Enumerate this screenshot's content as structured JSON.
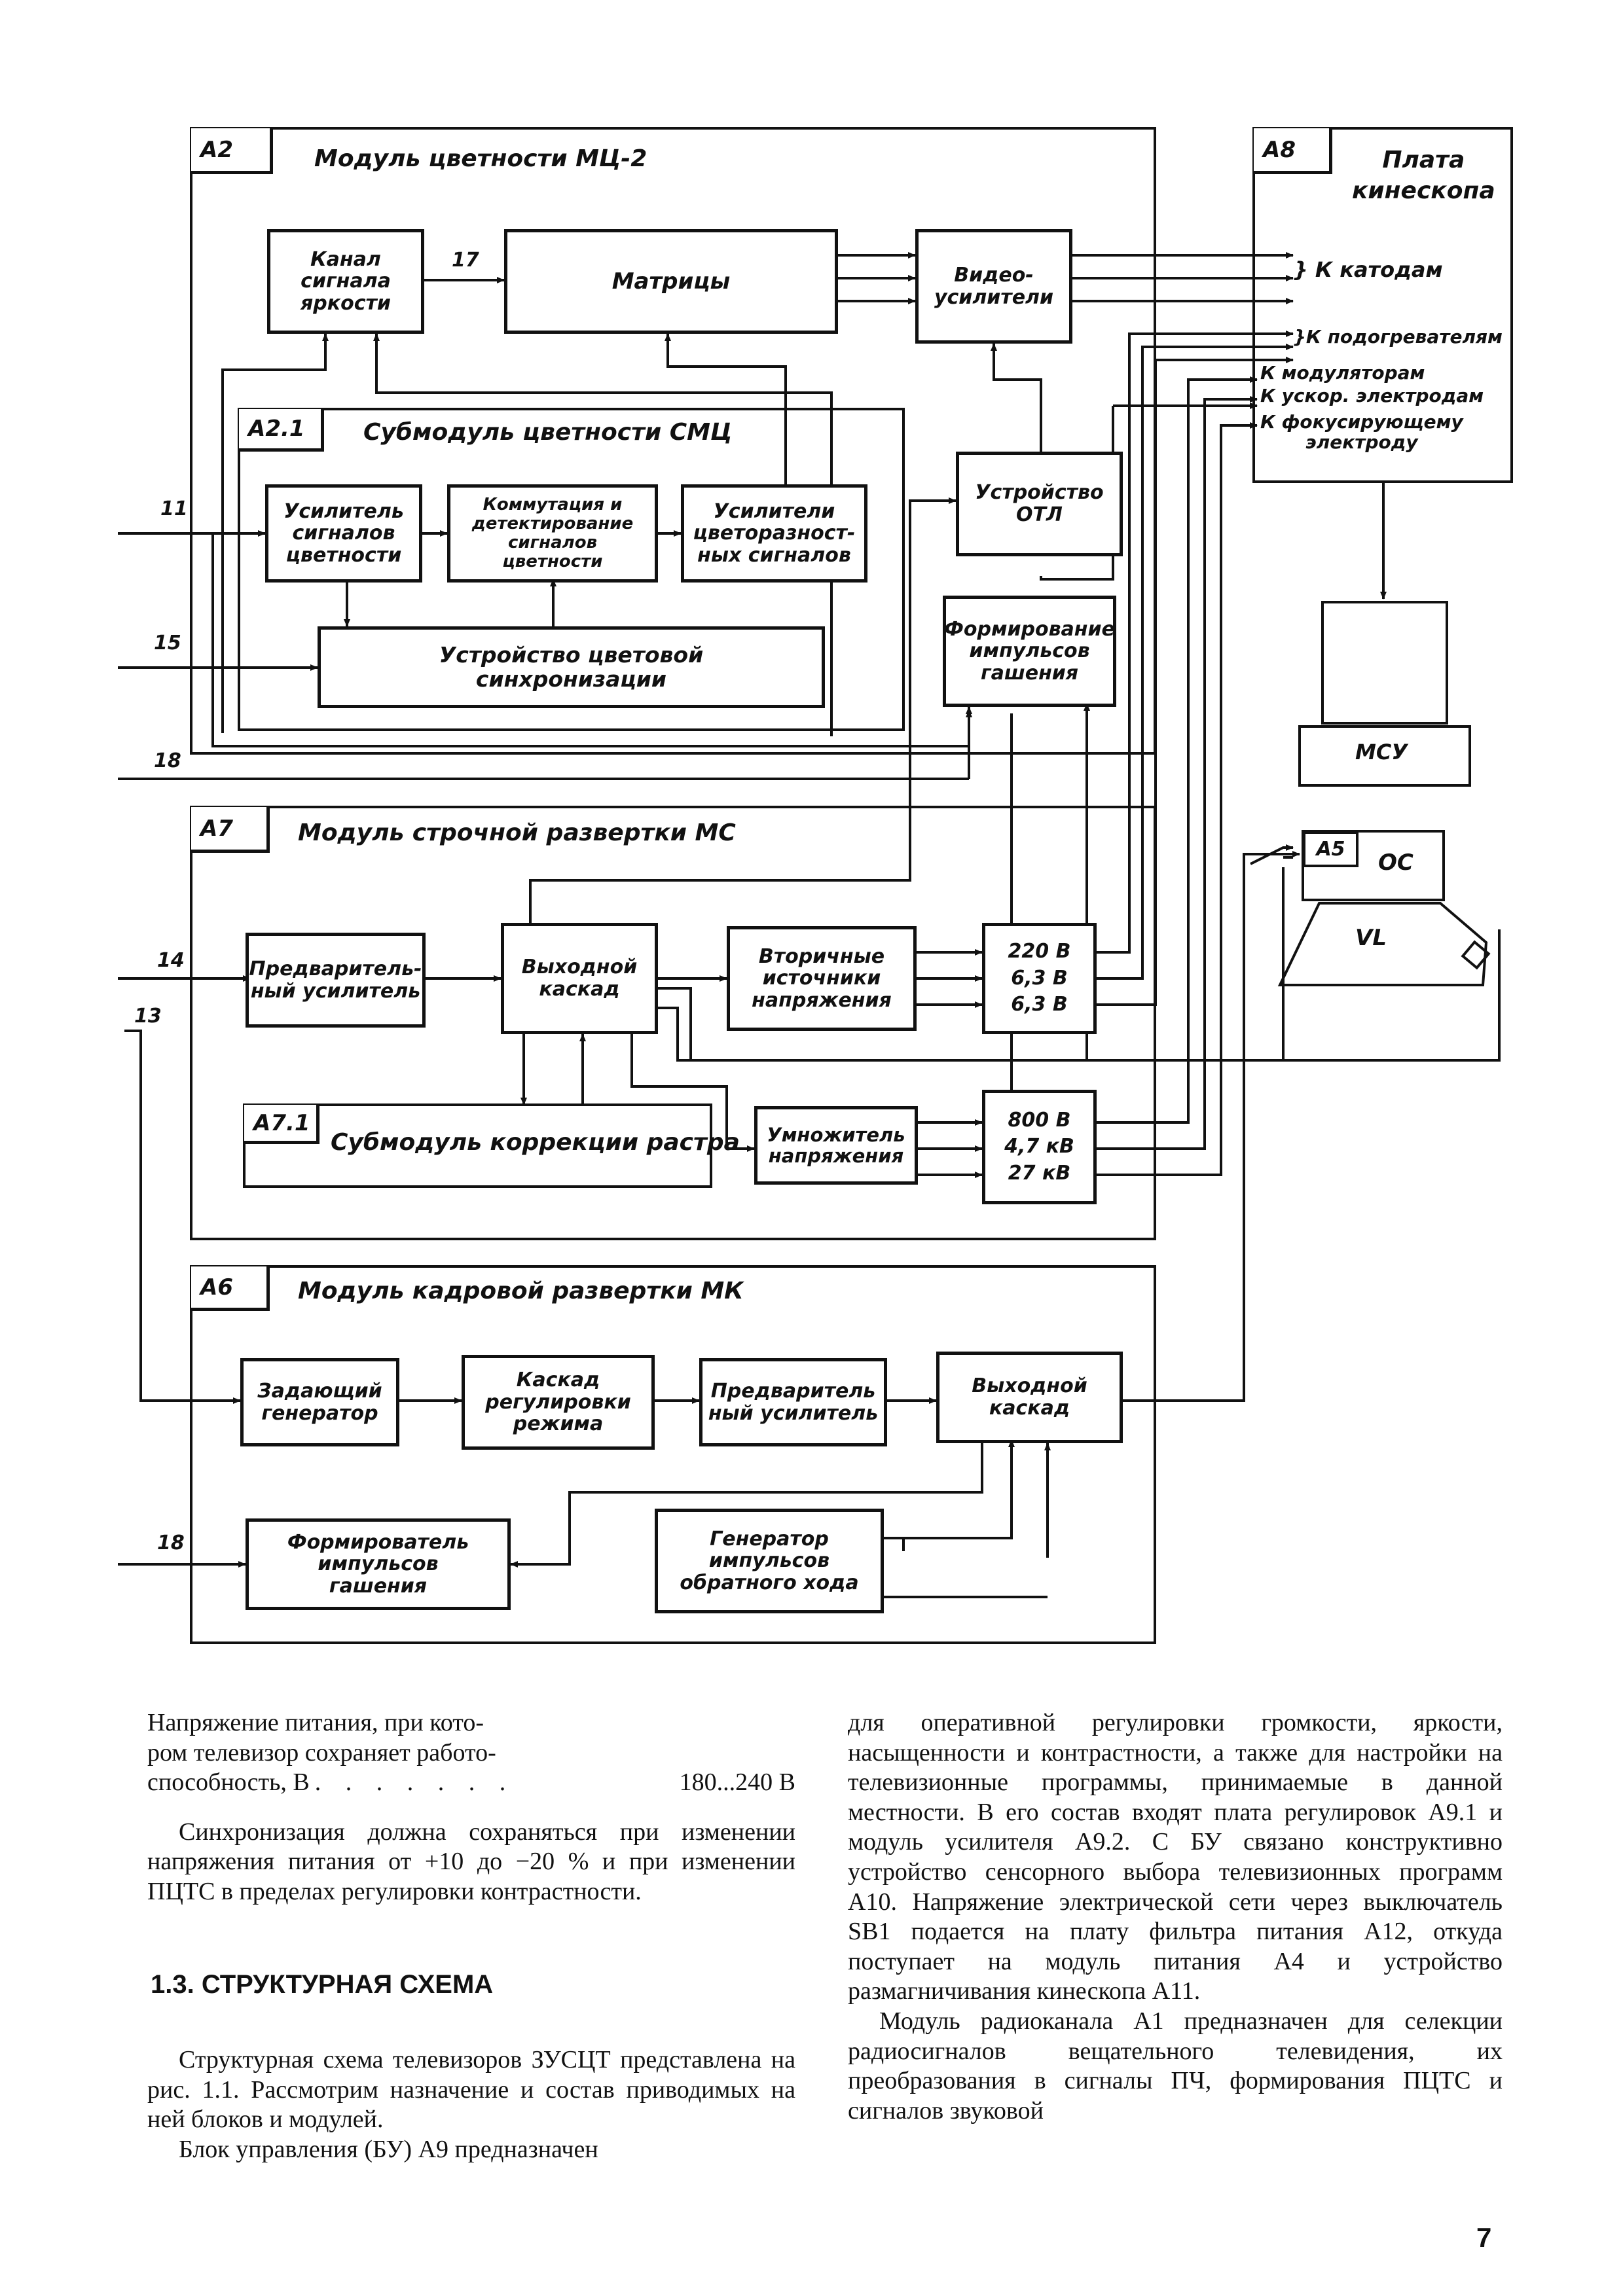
{
  "modules": {
    "a2": {
      "tag": "A2",
      "title": "Модуль цветности МЦ-2"
    },
    "a21": {
      "tag": "A2.1",
      "title": "Субмодуль цветности СМЦ"
    },
    "a8": {
      "tag": "A8",
      "title": "Плата\nкинескопа"
    },
    "a7": {
      "tag": "A7",
      "title": "Модуль строчной развертки МС"
    },
    "a71": {
      "tag": "A7.1",
      "title": "Субмодуль коррекции растра"
    },
    "a6": {
      "tag": "A6",
      "title": "Модуль кадровой развертки МК"
    }
  },
  "blocks": {
    "luma_channel": "Канал\nсигнала\nяркости",
    "matrices": "Матрицы",
    "video_amps": "Видео-\nусилители",
    "chroma_amp": "Усилитель\nсигналов\nцветности",
    "switch_detect": "Коммутация и\nдетектирование\nсигналов\nцветности",
    "color_diff_amps": "Усилители\nцветоразност-\nных сигналов",
    "color_sync": "Устройство цветовой\nсинхронизации",
    "otl": "Устройство\nОТЛ",
    "blanking_former": "Формирование\nимпульсов\nгашения",
    "mcu": "МСУ",
    "os": "ОС",
    "a5": "А5",
    "vl": "VL",
    "preamp": "Предваритель-\nный усилитель",
    "output_stage": "Выходной\nкаскад",
    "secondary_sources": "Вторичные\nисточники\nнапряжения",
    "voltages_1": "220 В\n6,3 В\n6,3 В",
    "multiplier": "Умножитель\nнапряжения",
    "voltages_2": "800 В\n4,7 кВ\n27 кВ",
    "master_osc": "Задающий\nгенератор",
    "mode_stage": "Каскад\nрегулировки\nрежима",
    "frame_preamp": "Предваритель\nный усилитель",
    "frame_output": "Выходной\nкаскад",
    "blank_former_frame": "Формирователь\nимпульсов\nгашения",
    "flyback_gen": "Генератор\nимпульсов\nобратного хода"
  },
  "crt_labels": {
    "cathodes": "} К катодам",
    "heaters": "}К подогревателям",
    "modulators": "К модуляторам",
    "accel": "К ускор. электродам",
    "focus": "К фокусирующему\nэлектроду"
  },
  "inputs": {
    "n11": "11",
    "n15": "15",
    "n18a": "18",
    "n14": "14",
    "n13": "13",
    "n18b": "18",
    "n17": "17"
  },
  "text": {
    "spec_line1": "Напряжение питания, при кото-",
    "spec_line2": "ром телевизор сохраняет работо-",
    "spec_label": "способность, В",
    "spec_dots": ". . . . . . .",
    "spec_value": "180...240 В",
    "sync_para": "Синхронизация должна сохраняться при изменении напряжения питания от +10 до −20 % и при изменении ПЦТС в пределах регулировки контрастности.",
    "heading": "1.3. СТРУКТУРНАЯ СХЕМА",
    "struct_para": "Структурная схема телевизоров ЗУСЦТ представлена на рис. 1.1. Рассмотрим назначение и состав приводимых на ней блоков и модулей.",
    "bu_para": "Блок управления (БУ) А9 предназначен",
    "right_para1": "для оперативной регулировки громкости, яркости, насыщенности и контрастности, а также для настройки на телевизионные программы, принимаемые в данной местности. В его состав входят плата регулировок А9.1 и модуль усилителя А9.2. С БУ связано конструктивно устройство сенсорного выбора телевизионных программ А10. Напряжение электрической сети через выключатель SB1 подается на плату фильтра питания А12, откуда поступает на модуль питания А4 и устройство размагничивания кинескопа А11.",
    "right_para2": "Модуль радиоканала А1 предназначен для селекции радиосигналов вещательного телевидения, их преобразования в сигналы ПЧ, формирования ПЦТС и сигналов звуковой",
    "page_number": "7"
  }
}
